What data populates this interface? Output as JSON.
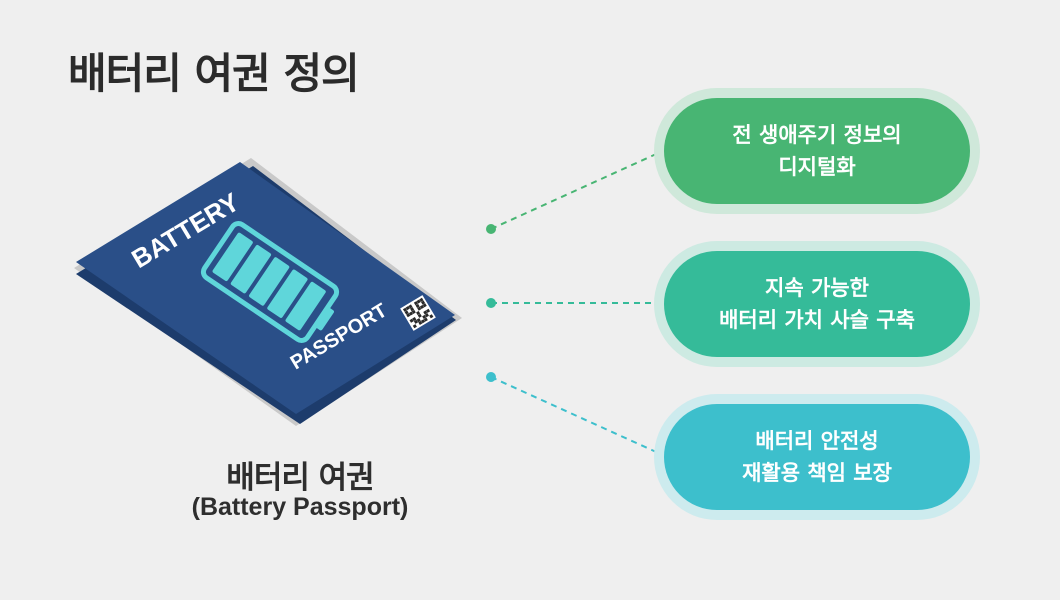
{
  "title": "배터리 여권 정의",
  "passport": {
    "cover_top_text": "BATTERY",
    "cover_bottom_text": "PASSPORT",
    "caption_main": "배터리 여권",
    "caption_sub": "(Battery Passport)"
  },
  "colors": {
    "cover": "#2a4f88",
    "cover_edge": "#1d3c6c",
    "battery_fill": "#5fd6da",
    "pill_1": "#48b573",
    "pill_1_ring": "#cfe8da",
    "pill_2": "#35bb99",
    "pill_2_ring": "#cdeae2",
    "pill_3": "#3dbfcc",
    "pill_3_ring": "#cdebee"
  },
  "items": [
    {
      "line1": "전 생애주기 정보의",
      "line2": "디지털화"
    },
    {
      "line1": "지속 가능한",
      "line2": "배터리 가치 사슬 구축"
    },
    {
      "line1": "배터리 안전성",
      "line2": "재활용 책임 보장"
    }
  ]
}
